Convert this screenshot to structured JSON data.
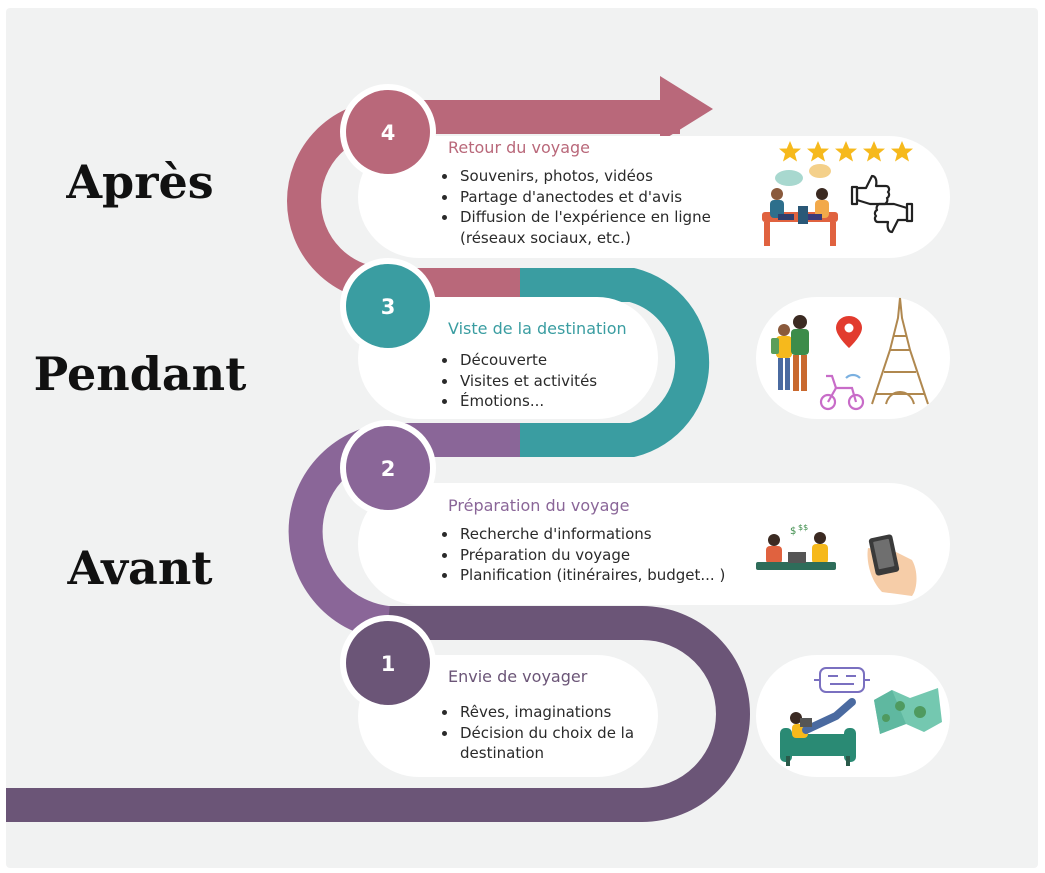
{
  "phases": {
    "after": "Après",
    "during": "Pendant",
    "before": "Avant"
  },
  "steps": [
    {
      "number": "1",
      "title": "Envie de voyager",
      "color": "#6b5577",
      "items": [
        "Rêves, imaginations",
        "Décision du choix de la destination"
      ]
    },
    {
      "number": "2",
      "title": "Préparation du voyage",
      "color": "#8a6698",
      "items": [
        "Recherche d'informations",
        "Préparation du voyage",
        "Planification (itinéraires, budget... )"
      ]
    },
    {
      "number": "3",
      "title": "Viste de la destination",
      "color": "#3a9da1",
      "items": [
        "Découverte",
        "Visites et activités",
        "Émotions..."
      ]
    },
    {
      "number": "4",
      "title": "Retour du voyage",
      "color": "#b9687a",
      "items": [
        "Souvenirs, photos, vidéos",
        "Partage d'anectodes et d'avis",
        "Diffusion de l'expérience en ligne (réseaux sociaux, etc.)"
      ]
    }
  ],
  "colors": {
    "background": "#f1f2f2",
    "card": "#ffffff",
    "star": "#f6b91c"
  },
  "icons": {
    "step1": [
      "vr-headset-icon",
      "person-on-sofa-icon",
      "world-map-icon"
    ],
    "step2": [
      "people-planning-icon",
      "smartphone-in-hand-icon"
    ],
    "step3": [
      "tourists-icon",
      "location-pin-icon",
      "scooter-icon",
      "eiffel-tower-icon"
    ],
    "step4": [
      "five-stars-icon",
      "people-talking-icon",
      "thumbs-up-down-icon"
    ]
  }
}
